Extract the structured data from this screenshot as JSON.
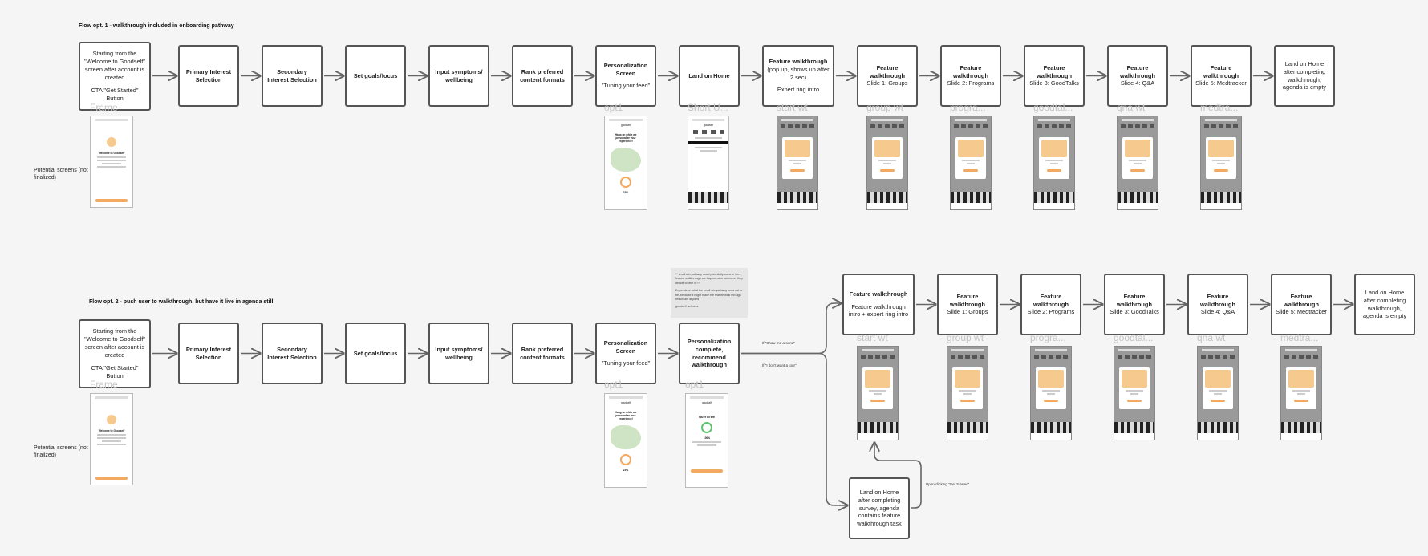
{
  "flow1": {
    "title": "Flow opt. 1 - walkthrough included in onboarding pathway",
    "boxes": [
      {
        "title": "",
        "body": "Starting from the \"Welcome to Goodself\" screen after account is created",
        "body2": "CTA \"Get Started\" Button"
      },
      {
        "title": "Primary Interest Selection",
        "body": "",
        "body2": ""
      },
      {
        "title": "Secondary Interest Selection",
        "body": "",
        "body2": ""
      },
      {
        "title": "Set goals/focus",
        "body": "",
        "body2": ""
      },
      {
        "title": "Input symptoms/ wellbeing",
        "body": "",
        "body2": ""
      },
      {
        "title": "Rank preferred content formats",
        "body": "",
        "body2": ""
      },
      {
        "title": "Personalization Screen",
        "body": "",
        "body2": "\"Tuning your feed\""
      },
      {
        "title": "Land on Home",
        "body": "",
        "body2": ""
      },
      {
        "title": "Feature walkthrough",
        "body": "(pop up, shows up after 2 sec)",
        "body2": "Expert ring intro"
      },
      {
        "title": "Feature walkthrough",
        "body": "Slide 1: Groups",
        "body2": ""
      },
      {
        "title": "Feature walkthrough",
        "body": "Slide 2: Programs",
        "body2": ""
      },
      {
        "title": "Feature walkthrough",
        "body": "Slide 3: GoodTalks",
        "body2": ""
      },
      {
        "title": "Feature walkthrough",
        "body": "Slide 4: Q&A",
        "body2": ""
      },
      {
        "title": "Feature walkthrough",
        "body": "Slide 5: Medtracker",
        "body2": ""
      },
      {
        "title": "",
        "body": "Land on Home after completing walkthrough, agenda is empty",
        "body2": ""
      }
    ],
    "frame_labels": [
      "Frame",
      "opt1",
      "Short U...",
      "start wt",
      "group wt",
      "progra...",
      "goodtal...",
      "qna wt",
      "medtra..."
    ],
    "potential_screens": "Potential screens (not finalized)"
  },
  "flow2": {
    "title": "Flow opt. 2 - push user to walkthrough, but have it live in agenda still",
    "boxes": [
      {
        "title": "",
        "body": "Starting from the \"Welcome to Goodself\" screen after account is created",
        "body2": "CTA \"Get Started\" Button"
      },
      {
        "title": "Primary Interest Selection",
        "body": "",
        "body2": ""
      },
      {
        "title": "Secondary Interest Selection",
        "body": "",
        "body2": ""
      },
      {
        "title": "Set goals/focus",
        "body": "",
        "body2": ""
      },
      {
        "title": "Input symptoms/ wellbeing",
        "body": "",
        "body2": ""
      },
      {
        "title": "Rank preferred content formats",
        "body": "",
        "body2": ""
      },
      {
        "title": "Personalization Screen",
        "body": "",
        "body2": "\"Tuning your feed\""
      },
      {
        "title": "Personalization complete, recommend walkthrough",
        "body": "",
        "body2": ""
      },
      {
        "title": "Feature walkthrough",
        "body": "",
        "body2": "Feature walkthrough intro + expert ring intro"
      },
      {
        "title": "Feature walkthrough",
        "body": "Slide 1: Groups",
        "body2": ""
      },
      {
        "title": "Feature walkthrough",
        "body": "Slide 2: Programs",
        "body2": ""
      },
      {
        "title": "Feature walkthrough",
        "body": "Slide 3: GoodTalks",
        "body2": ""
      },
      {
        "title": "Feature walkthrough",
        "body": "Slide 4: Q&A",
        "body2": ""
      },
      {
        "title": "Feature walkthrough",
        "body": "Slide 5: Medtracker",
        "body2": ""
      },
      {
        "title": "",
        "body": "Land on Home after completing walkthrough, agenda is empty",
        "body2": ""
      },
      {
        "title": "",
        "body": "Land on Home after completing survey, agenda contains feature walkthrough task",
        "body2": ""
      }
    ],
    "frame_labels": [
      "Frame",
      "opt1",
      "opt1",
      "start wt",
      "group wt",
      "progra...",
      "goodtal...",
      "qna wt",
      "medtra..."
    ],
    "potential_screens": "Potential screens (not finalized)",
    "branch_yes": "If \"Show me around\"",
    "branch_no": "If \"I don't want a tour\"",
    "return_label": "Upon clicking \"Get Started\"",
    "note_p1": "** small win pathway could potentially come in here, feature walkthrough can happen after whenever they decide to dive in??",
    "note_p2": "Depends on what the small win pathway turns out to be, because it might make the feature walk through redundant at parts",
    "note_sig": "goodself wellness"
  },
  "phones": {
    "welcome_title": "Welcome to Goodself",
    "personalize_title": "Hang on while we personalize your experience!",
    "personalize_pct": "23%",
    "done_title": "You're all set!",
    "done_pct": "100%",
    "brand": "goodself"
  },
  "colors": {
    "accent": "#f3a95f",
    "box_border": "#555555",
    "arrow": "#666666"
  }
}
